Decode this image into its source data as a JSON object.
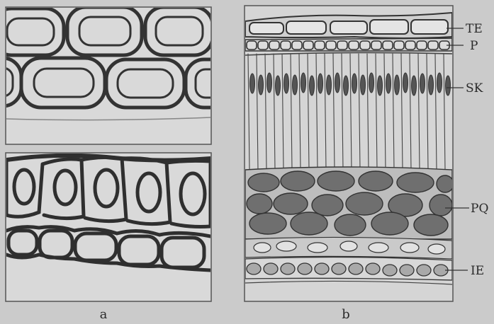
{
  "figure": {
    "panel_a_label": "a",
    "panel_b_label": "b",
    "layer_labels": {
      "te": "TE",
      "p": "P",
      "sk": "SK",
      "pq": "PQ",
      "ie": "IE"
    }
  }
}
